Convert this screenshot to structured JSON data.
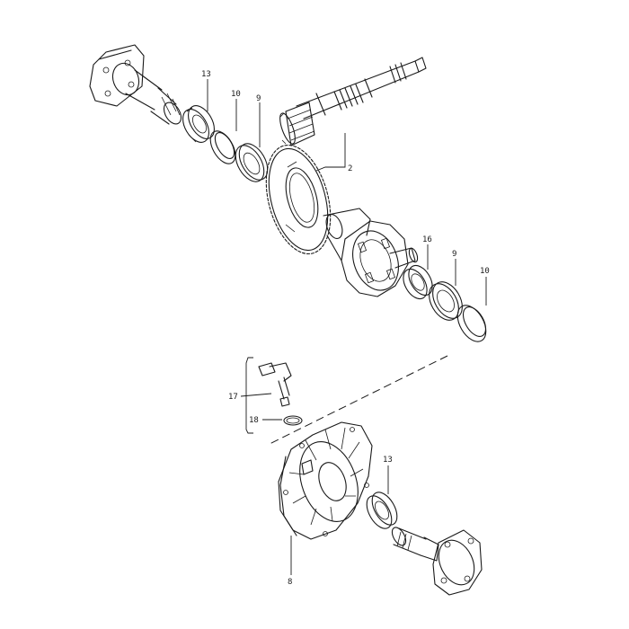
{
  "callouts": {
    "p13_top": "13",
    "p10_top": "10",
    "p9_top": "9",
    "p2": "2",
    "p16": "16",
    "p9_mid": "9",
    "p10_mid": "10",
    "p17": "17",
    "p18": "18",
    "p13_bottom": "13",
    "p8": "8"
  },
  "colors": {
    "line": "#1a1a1a",
    "background": "#ffffff"
  }
}
